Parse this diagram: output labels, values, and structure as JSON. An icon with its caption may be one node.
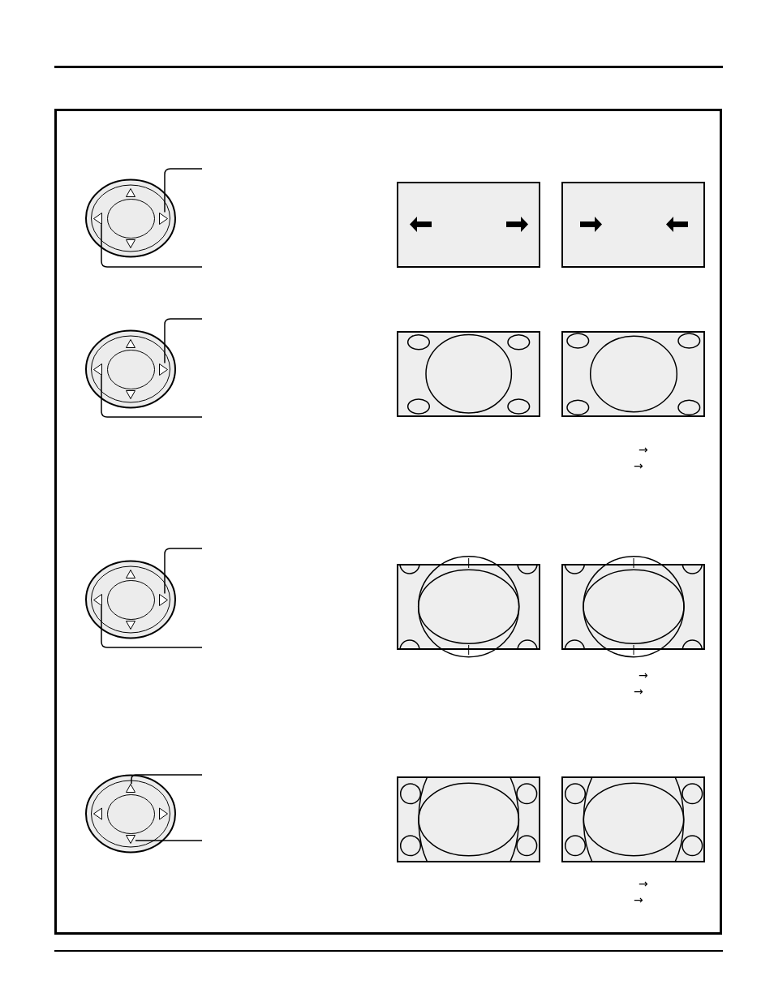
{
  "diagram": {
    "nodes": [
      {
        "text": [],
        "shape": "triangle"
      },
      {
        "text": [],
        "shape": "triangle"
      },
      {
        "text": [],
        "shape": "triangle"
      },
      {
        "text": [],
        "shape": "triangle"
      },
      {
        "text": [],
        "shape": "triangle"
      },
      {
        "text": [],
        "shape": "triangle"
      },
      {
        "text": [],
        "shape": "triangle"
      },
      {
        "text": [],
        "shape": "triangle"
      }
    ],
    "edges": [
      {
        "from": null,
        "to": 0,
        "arrow": "none"
      },
      {
        "from": null,
        "to": 1,
        "arrow": "none"
      },
      {
        "from": null,
        "to": 2,
        "arrow": "none"
      },
      {
        "from": null,
        "to": 3,
        "arrow": "none"
      },
      {
        "from": null,
        "to": 4,
        "arrow": "none"
      },
      {
        "from": null,
        "to": 5,
        "arrow": "none"
      },
      {
        "from": null,
        "to": 6,
        "arrow": "none"
      },
      {
        "from": null,
        "to": 7,
        "arrow": "none"
      }
    ],
    "labels": [
      "→",
      "→",
      "→",
      "→",
      "→",
      "→"
    ]
  }
}
